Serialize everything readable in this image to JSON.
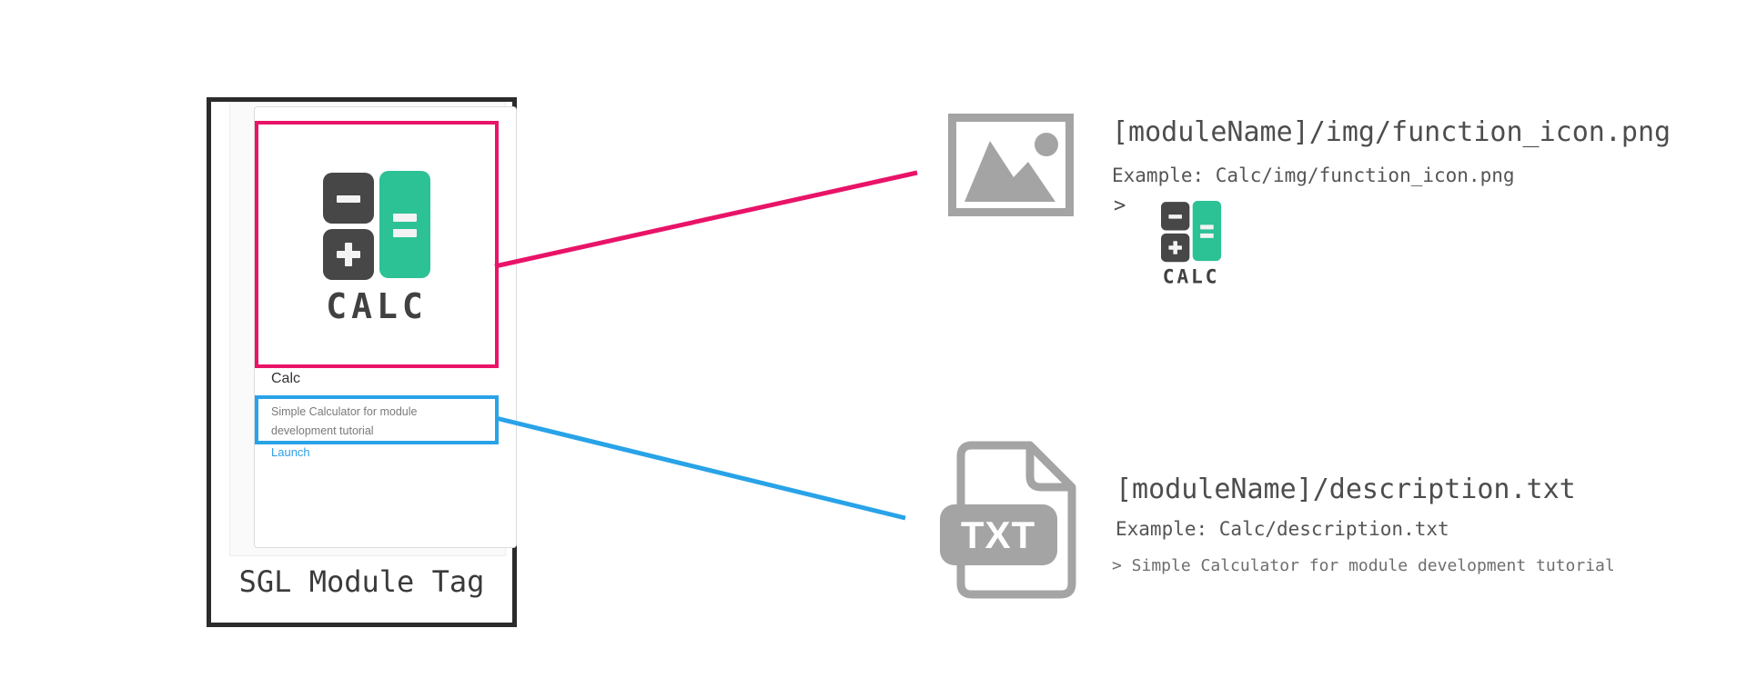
{
  "calc_logo": "CALC",
  "colors": {
    "pink": "#e91368",
    "blue": "#29a3e8",
    "teal": "#2cc295",
    "tile_dark": "#474747",
    "icon_gray": "#a4a4a4",
    "launch_blue": "#2d9fe5",
    "box_border": "#2b2b2b"
  },
  "module_tag": {
    "caption": "SGL Module Tag",
    "card": {
      "name": "Calc",
      "description": "Simple Calculator for module development tutorial",
      "launch_label": "Launch"
    }
  },
  "function_icon_annotation": {
    "title": "[moduleName]/img/function_icon.png",
    "example": "Example: Calc/img/function_icon.png",
    "prompt": ">"
  },
  "description_annotation": {
    "title": "[moduleName]/description.txt",
    "example": "Example: Calc/description.txt",
    "result": "> Simple Calculator for module development tutorial",
    "file_label": "TXT"
  }
}
